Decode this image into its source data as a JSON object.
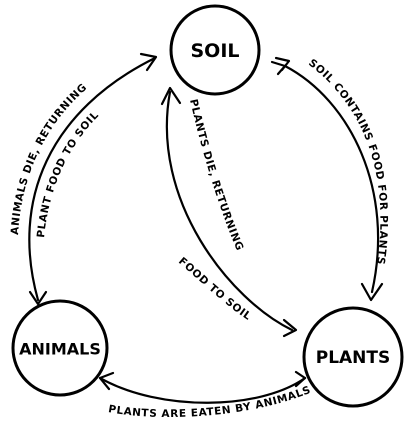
{
  "nodes": {
    "soil": "SOIL",
    "animals": "ANIMALS",
    "plants": "PLANTS"
  },
  "edges": {
    "soil_to_plants": "SOIL CONTAINS FOOD FOR PLANTS",
    "plants_to_soil_line1": "PLANTS DIE, RETURNING",
    "plants_to_soil_line2": "FOOD TO SOIL",
    "plants_to_animals": "PLANTS ARE EATEN BY ANIMALS",
    "animals_to_soil_line1": "ANIMALS DIE, RETURNING",
    "animals_to_soil_line2": "PLANT FOOD TO SOIL"
  }
}
